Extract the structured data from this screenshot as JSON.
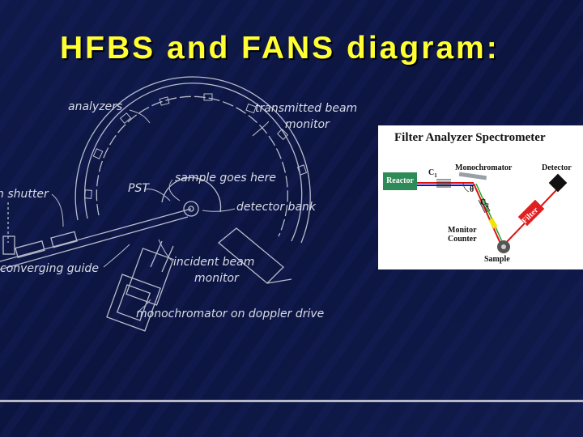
{
  "slide": {
    "title": "HFBS and FANS diagram:"
  },
  "hfbs_labels": {
    "analyzers": "analyzers",
    "transmitted_beam_1": "transmitted beam",
    "transmitted_beam_2": "monitor",
    "pst": "PST",
    "sample_goes_here": "sample goes here",
    "detector_bank": "detector bank",
    "shutter": "n shutter",
    "converging_guide": "converging guide",
    "incident_beam_1": "incident beam",
    "incident_beam_2": "monitor",
    "monochromator_doppler": "monochromator on doppler drive"
  },
  "fans": {
    "title": "Filter Analyzer Spectrometer",
    "reactor": "Reactor",
    "c1": "C",
    "c1_sub": "1",
    "monochromator": "Monochromator",
    "theta": "θ",
    "c2": "C",
    "c2_sub": "2",
    "detector": "Detector",
    "filter": "Filter",
    "monitor_counter_1": "Monitor",
    "monitor_counter_2": "Counter",
    "sample": "Sample"
  },
  "colors": {
    "title": "#ffff33",
    "background": "#0d1640",
    "line_art": "#b8bccb"
  }
}
